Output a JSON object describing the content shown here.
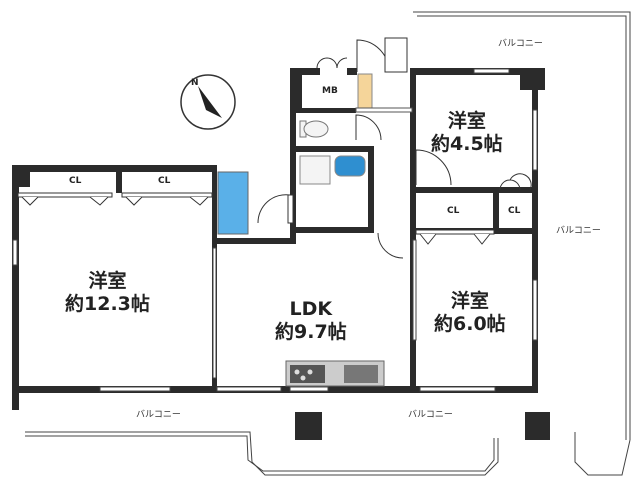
{
  "rooms": [
    {
      "name": "洋室",
      "size": "約12.3帖"
    },
    {
      "name": "LDK",
      "size": "約9.7帖"
    },
    {
      "name": "洋室",
      "size": "約6.0帖"
    },
    {
      "name": "洋室",
      "size": "約4.5帖"
    }
  ],
  "closet_label": "CL",
  "meter_box_label": "MB",
  "balcony_label": "バルコニー",
  "compass_label": "N",
  "colors": {
    "wall": "#2b2b2b",
    "bath": "#2f8fd0",
    "shoe_box": "#f5d59a"
  }
}
